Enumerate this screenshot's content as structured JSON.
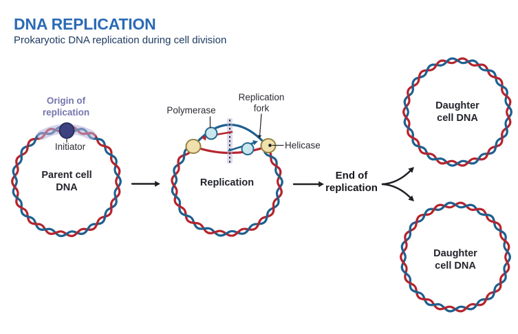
{
  "header": {
    "title": "DNA REPLICATION",
    "subtitle": "Prokaryotic DNA replication during cell division"
  },
  "labels": {
    "origin_line1": "Origin of",
    "origin_line2": "replication",
    "initiator": "Initiator",
    "polymerase": "Polymerase",
    "replication_fork_line1": "Replication",
    "replication_fork_line2": "fork",
    "helicase": "Helicase",
    "parent_line1": "Parent cell",
    "parent_line2": "DNA",
    "replication_stage": "Replication",
    "end_line1": "End of",
    "end_line2": "replication",
    "daughter_line1": "Daughter",
    "daughter_line2": "cell DNA"
  },
  "colors": {
    "title_blue": "#2b6ab5",
    "subtitle_navy": "#1d3a61",
    "label_dark": "#2a2a33",
    "heading_dark": "#17171c",
    "dna_red": "#b5242e",
    "dna_blue": "#1e608f",
    "origin_purple": "#7476ac",
    "origin_highlight_lavender": "#b4b1da",
    "initiator_fill": "#3e4180",
    "initiator_stroke": "#2a2d5c",
    "helicase_fill": "#f0e0ae",
    "helicase_stroke": "#94823f",
    "polymerase_fill": "#c9e7f0",
    "polymerase_stroke": "#28688e",
    "terminus_band_purple": "#b9b5dc",
    "arrow_black": "#1f1f24"
  }
}
